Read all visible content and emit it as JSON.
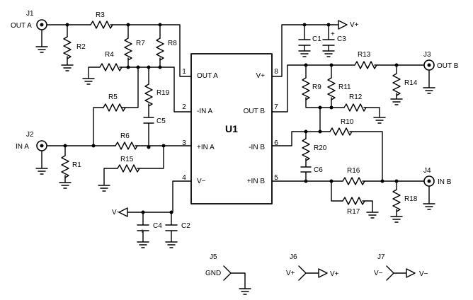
{
  "ic": {
    "name": "U1",
    "pins": [
      {
        "num": "1",
        "name": "OUT A"
      },
      {
        "num": "2",
        "name": "-IN A"
      },
      {
        "num": "3",
        "name": "+IN A"
      },
      {
        "num": "4",
        "name": "V−"
      },
      {
        "num": "8",
        "name": "V+"
      },
      {
        "num": "7",
        "name": "OUT B"
      },
      {
        "num": "6",
        "name": "-IN B"
      },
      {
        "num": "5",
        "name": "+IN B"
      }
    ]
  },
  "resistors": [
    "R1",
    "R2",
    "R3",
    "R4",
    "R5",
    "R6",
    "R7",
    "R8",
    "R9",
    "R10",
    "R11",
    "R12",
    "R13",
    "R14",
    "R15",
    "R16",
    "R17",
    "R18",
    "R19",
    "R20"
  ],
  "capacitors": [
    "C1",
    "C2",
    "C3",
    "C4",
    "C5",
    "C6"
  ],
  "connectors": {
    "j1": {
      "ref": "J1",
      "label": "OUT A"
    },
    "j2": {
      "ref": "J2",
      "label": "IN A"
    },
    "j3": {
      "ref": "J3",
      "label": "OUT B"
    },
    "j4": {
      "ref": "J4",
      "label": "IN B"
    },
    "j5": {
      "ref": "J5",
      "label": "GND"
    },
    "j6": {
      "ref": "J6",
      "label": "V+",
      "out": "V+"
    },
    "j7": {
      "ref": "J7",
      "label": "V−",
      "out": "V−"
    }
  },
  "rails": {
    "vplus": "V+",
    "vminus": "V−"
  },
  "polarity": "+"
}
